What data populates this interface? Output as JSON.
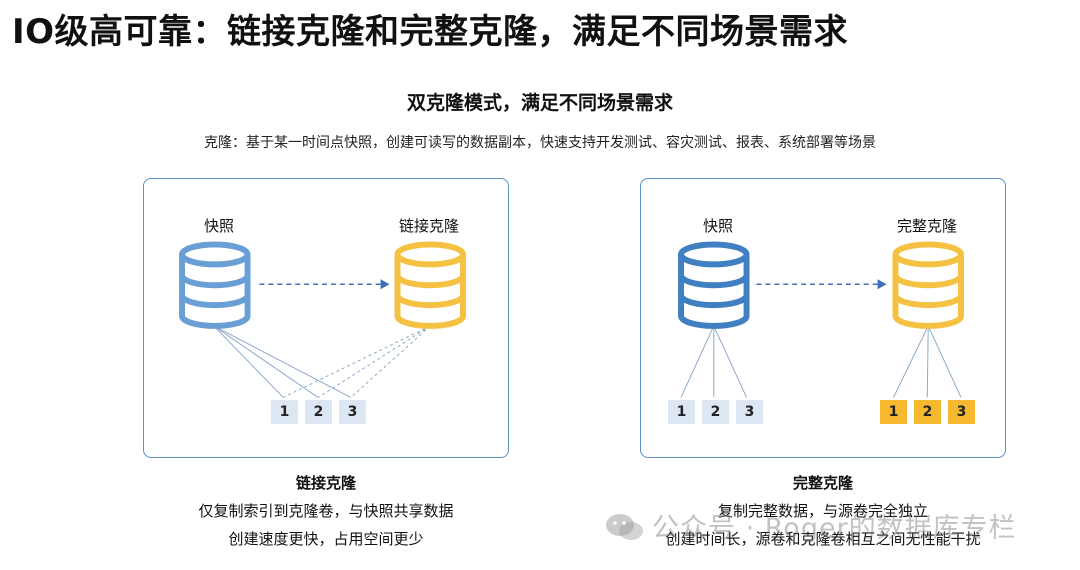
{
  "title": "IO级高可靠：链接克隆和完整克隆，满足不同场景需求",
  "subtitle": "双克隆模式，满足不同场景需求",
  "description": "克隆：基于某一时间点快照，创建可读写的数据副本，快速支持开发测试、容灾测试、报表、系统部署等场景",
  "left_panel": {
    "snapshot_label": "快照",
    "clone_label": "链接克隆",
    "boxes": [
      "1",
      "2",
      "3"
    ],
    "caption_title": "链接克隆",
    "caption_line1": "仅复制索引到克隆卷，与快照共享数据",
    "caption_line2": "创建速度更快，占用空间更少"
  },
  "right_panel": {
    "snapshot_label": "快照",
    "clone_label": "完整克隆",
    "snapshot_boxes": [
      "1",
      "2",
      "3"
    ],
    "clone_boxes": [
      "1",
      "2",
      "3"
    ],
    "caption_title": "完整克隆",
    "caption_line1": "复制完整数据，与源卷完全独立",
    "caption_line2": "创建时间长，源卷和克隆卷相互之间无性能干扰"
  },
  "watermark": "公众号 · Roger的数据库专栏",
  "colors": {
    "panel_border": "#5b8fc6",
    "db_blue_light": "#6a9fd6",
    "db_blue_dark": "#3f7fc2",
    "db_gold": "#f5c142",
    "box_light": "#dce7f3",
    "box_gold": "#f5b82e",
    "connector": "#8fa8cc"
  }
}
